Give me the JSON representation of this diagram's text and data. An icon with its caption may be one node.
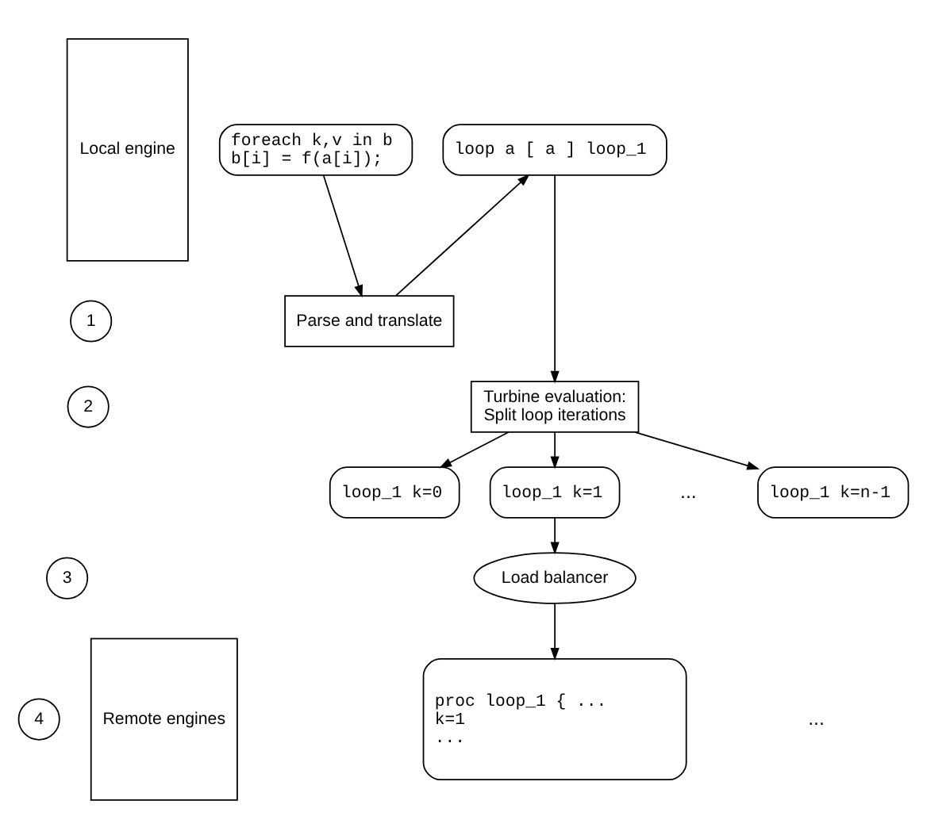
{
  "diagram": {
    "nodes": [
      {
        "text": [
          "Local engine"
        ]
      },
      {
        "text": [
          "foreach k,v in b",
          "b[i] = f(a[i]);"
        ]
      },
      {
        "text": [
          "1"
        ]
      },
      {
        "text": [
          "Parse and translate"
        ]
      },
      {
        "text": [
          "loop a [ a ] loop_1"
        ]
      },
      {
        "text": [
          "2"
        ]
      },
      {
        "text": [
          "Turbine evaluation: Split loop iterations"
        ]
      },
      {
        "text": [
          "loop_1 k=0"
        ]
      },
      {
        "text": [
          "loop_1 k=1"
        ]
      },
      {
        "text": [
          "loop_1 k=n-1"
        ]
      },
      {
        "text": [
          "3"
        ]
      },
      {
        "text": [
          "Load balancer"
        ]
      },
      {
        "text": [
          "Remote engines"
        ]
      },
      {
        "text": [
          "4"
        ]
      },
      {
        "text": [
          "proc loop_1 { ...",
          "k=1",
          "..."
        ]
      }
    ],
    "edges": [
      {
        "from": 1,
        "to": 3,
        "arrow": "to"
      },
      {
        "from": 3,
        "to": 4,
        "arrow": "to"
      },
      {
        "from": 4,
        "to": 6,
        "arrow": "to"
      },
      {
        "from": 6,
        "to": 7,
        "arrow": "to"
      },
      {
        "from": 6,
        "to": 8,
        "arrow": "to"
      },
      {
        "from": 6,
        "to": 9,
        "arrow": "to"
      },
      {
        "from": 8,
        "to": 11,
        "arrow": "to"
      },
      {
        "from": 11,
        "to": 14,
        "arrow": "to"
      }
    ],
    "labels": [
      "...",
      "..."
    ]
  }
}
